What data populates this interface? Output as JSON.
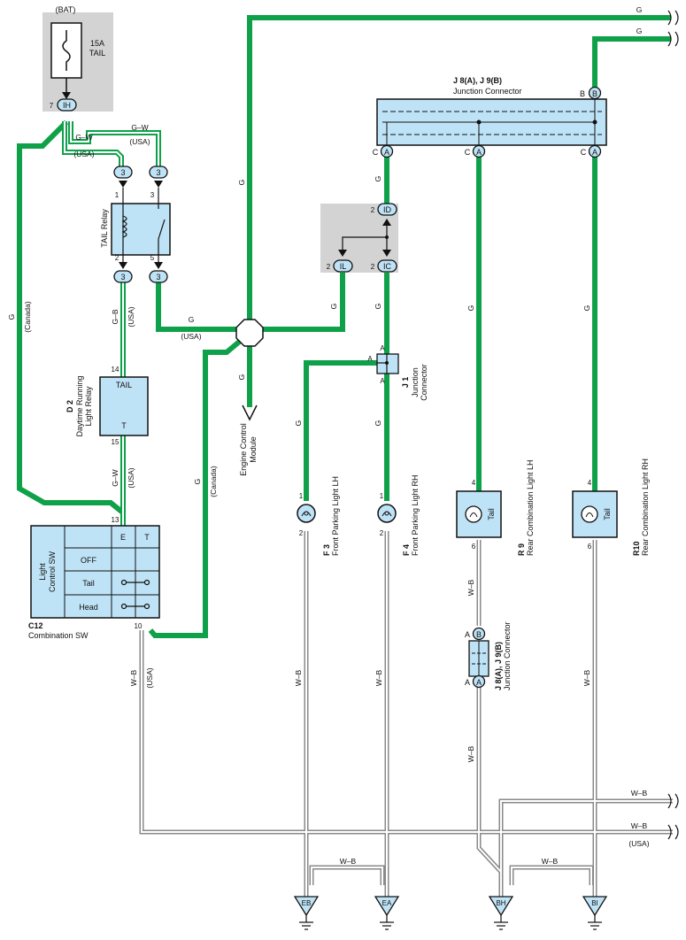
{
  "colors": {
    "green_wire": "#0fa14a",
    "gray_wire": "#8a8a8a",
    "component_fill": "#bfe3f6",
    "shaded_area": "#d3d3d3",
    "outline": "#1a1a1a"
  },
  "fuse": {
    "top_label": "(BAT)",
    "amp": "15A",
    "name": "TAIL"
  },
  "wire_labels": {
    "g": "G",
    "gw": "G–W",
    "gb": "G–B",
    "wb": "W–B",
    "usa": "(USA)",
    "canada": "(Canada)"
  },
  "connectors": {
    "IH": "IH",
    "IL": "IL",
    "IC": "IC",
    "ID": "ID",
    "three": "3",
    "A": "A",
    "B": "B",
    "C": "C"
  },
  "pins": {
    "p1": "1",
    "p2": "2",
    "p3": "3",
    "p4": "4",
    "p5": "5",
    "p6": "6",
    "p7": "7",
    "p10": "10",
    "p13": "13",
    "p14": "14",
    "p15": "15"
  },
  "tail_relay": {
    "name": "TAIL Relay"
  },
  "drl_relay": {
    "code": "D 2",
    "line1": "Daytime Running",
    "line2": "Light Relay",
    "tail": "TAIL",
    "t": "T"
  },
  "combination_sw": {
    "code": "C12",
    "name": "Combination SW",
    "inner1": "Light",
    "inner2": "Control SW",
    "col_e": "E",
    "col_t": "T",
    "rows": [
      "OFF",
      "Tail",
      "Head"
    ]
  },
  "junction_j8j9_top": {
    "code": "J 8(A), J 9(B)",
    "name": "Junction Connector"
  },
  "junction_j1": {
    "code": "J 1",
    "line1": "Junction",
    "line2": "Connector"
  },
  "junction_j8j9_small": {
    "code": "J 8(A), J 9(B)",
    "name": "Junction Connector"
  },
  "engine_module": {
    "line1": "Engine Control",
    "line2": "Module"
  },
  "f3": {
    "code": "F 3",
    "name": "Front Parking Light LH"
  },
  "f4": {
    "code": "F 4",
    "name": "Front Parking Light RH"
  },
  "r9": {
    "code": "R 9",
    "name": "Rear Combination Light LH",
    "inner": "Tail"
  },
  "r10": {
    "code": "R10",
    "name": "Rear Combination Light RH",
    "inner": "Tail"
  },
  "grounds": [
    "EB",
    "EA",
    "BH",
    "BI"
  ]
}
